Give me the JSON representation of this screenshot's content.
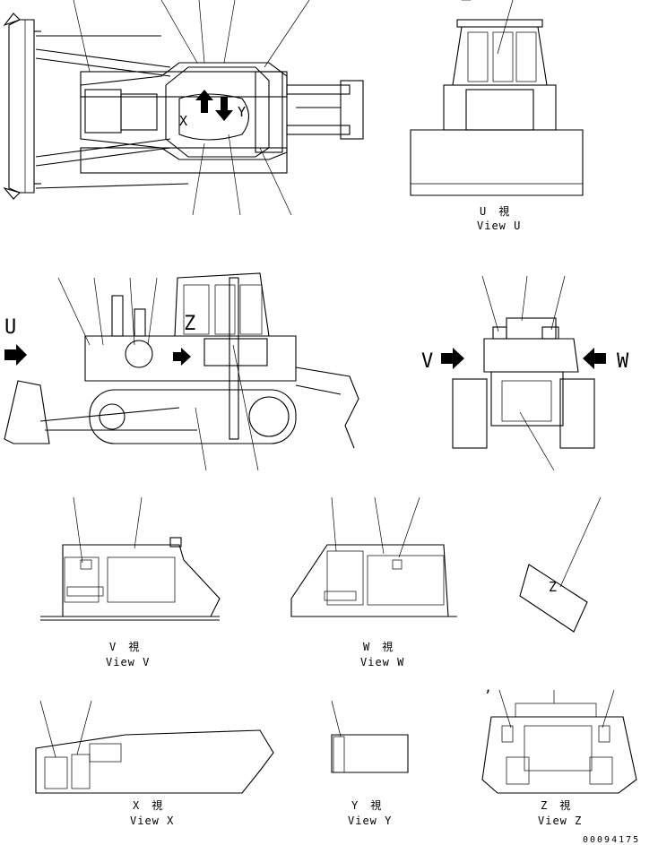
{
  "views": {
    "top": {
      "letters": {
        "x": "X",
        "y": "Y"
      }
    },
    "front": {
      "caption_jp": "U　視",
      "caption_en": "View U"
    },
    "side": {
      "letters": {
        "u": "U",
        "z": "Z"
      }
    },
    "rear": {
      "letters": {
        "v": "V",
        "w": "W"
      }
    },
    "view_v": {
      "caption_jp": "V　視",
      "caption_en": "View V"
    },
    "view_w": {
      "caption_jp": "W　視",
      "caption_en": "View W"
    },
    "view_z_plate": {
      "letter": "Z"
    },
    "view_x": {
      "caption_jp": "X　視",
      "caption_en": "View X"
    },
    "view_y": {
      "caption_jp": "Y　視",
      "caption_en": "View Y"
    },
    "view_z": {
      "caption_jp": "Z　視",
      "caption_en": "View Z",
      "mark": ","
    }
  },
  "part_number": "00094175"
}
